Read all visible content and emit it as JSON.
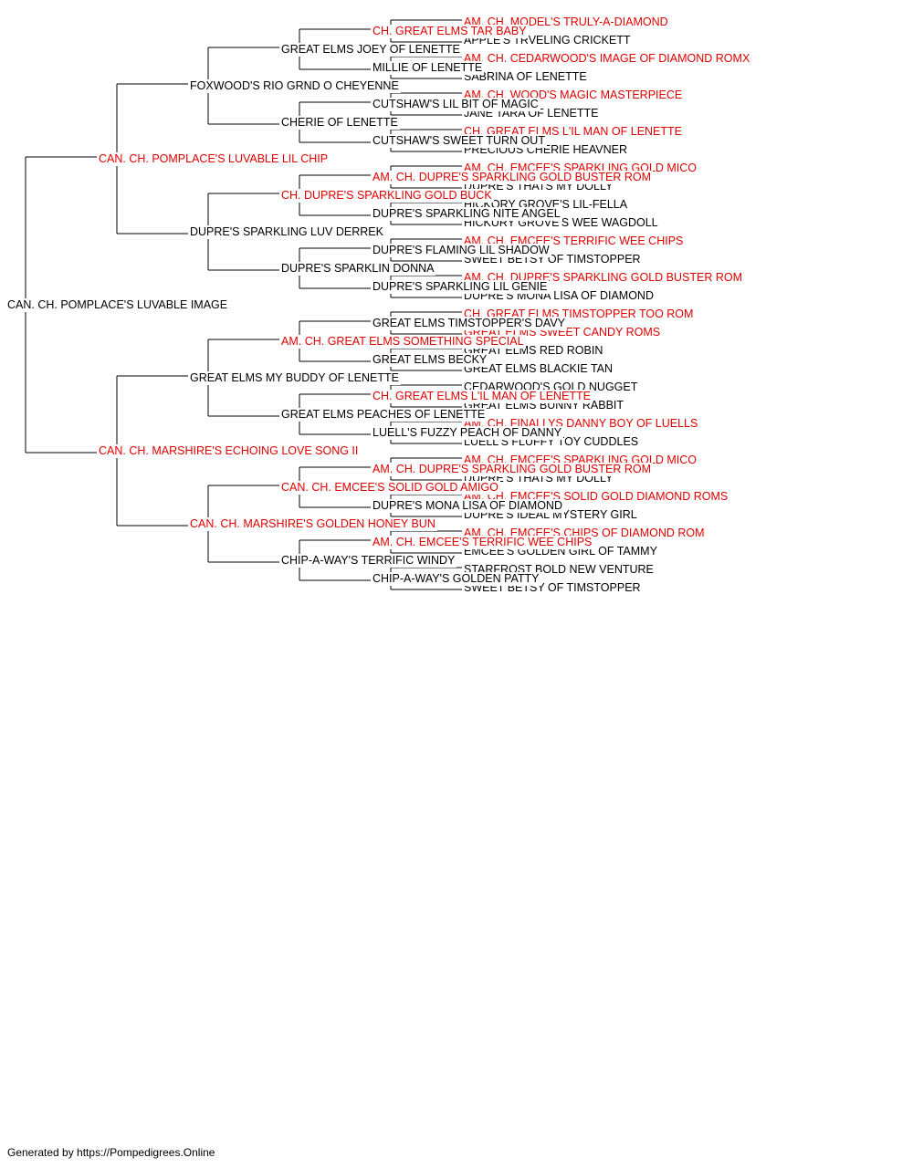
{
  "pedigree": [
    {
      "name": "CAN. CH. POMPLACE'S LUVABLE IMAGE",
      "champion": false
    },
    {
      "name": "CAN. CH. POMPLACE'S LUVABLE LIL CHIP",
      "champion": true
    },
    {
      "name": "FOXWOOD'S RIO GRND O CHEYENNE",
      "champion": false
    },
    {
      "name": "GREAT ELMS JOEY OF LENETTE",
      "champion": false
    },
    {
      "name": "CH. GREAT ELMS TAR BABY",
      "champion": true
    },
    {
      "name": "AM. CH. MODEL'S TRULY-A-DIAMOND",
      "champion": true
    },
    {
      "name": "APPLE'S TRVELING CRICKETT",
      "champion": false
    },
    {
      "name": "MILLIE OF LENETTE",
      "champion": false
    },
    {
      "name": "AM. CH. CEDARWOOD'S IMAGE OF DIAMOND ROMX",
      "champion": true
    },
    {
      "name": "SABRINA OF LENETTE",
      "champion": false
    },
    {
      "name": "CHERIE OF LENETTE",
      "champion": false
    },
    {
      "name": "CUTSHAW'S LIL BIT OF MAGIC",
      "champion": false
    },
    {
      "name": "AM. CH. WOOD'S MAGIC MASTERPIECE",
      "champion": true
    },
    {
      "name": "JANE TARA OF LENETTE",
      "champion": false
    },
    {
      "name": "CUTSHAW'S SWEET TURN OUT",
      "champion": false
    },
    {
      "name": "CH. GREAT ELMS L'IL MAN OF LENETTE",
      "champion": true
    },
    {
      "name": "PRECIOUS CHERIE HEAVNER",
      "champion": false
    },
    {
      "name": "DUPRE'S SPARKLING LUV DERREK",
      "champion": false
    },
    {
      "name": "CH. DUPRE'S SPARKLING GOLD BUCK",
      "champion": true
    },
    {
      "name": "AM. CH. DUPRE'S SPARKLING GOLD BUSTER ROM",
      "champion": true
    },
    {
      "name": "AM. CH. EMCEE'S SPARKLING GOLD MICO",
      "champion": true
    },
    {
      "name": "DUPRE'S THATS MY DOLLY",
      "champion": false
    },
    {
      "name": "DUPRE'S SPARKLING NITE ANGEL",
      "champion": false
    },
    {
      "name": "HICKORY GROVE'S LIL-FELLA",
      "champion": false
    },
    {
      "name": "HICKURY GROVE'S WEE WAGDOLL",
      "champion": false
    },
    {
      "name": "DUPRE'S SPARKLIN DONNA",
      "champion": false
    },
    {
      "name": "DUPRE'S FLAMING LIL SHADOW",
      "champion": false
    },
    {
      "name": "AM. CH. EMCEE'S TERRIFIC WEE CHIPS",
      "champion": true
    },
    {
      "name": "SWEET BETSY OF TIMSTOPPER",
      "champion": false
    },
    {
      "name": "DUPRE'S SPARKLING LIL GENIE",
      "champion": false
    },
    {
      "name": "AM. CH. DUPRE'S SPARKLING GOLD BUSTER ROM",
      "champion": true
    },
    {
      "name": "DUPRE'S MONA LISA OF DIAMOND",
      "champion": false
    },
    {
      "name": "CAN. CH. MARSHIRE'S ECHOING LOVE SONG II",
      "champion": true
    },
    {
      "name": "GREAT ELMS MY BUDDY OF LENETTE",
      "champion": false
    },
    {
      "name": "AM. CH. GREAT ELMS SOMETHING SPECIAL",
      "champion": true
    },
    {
      "name": "GREAT ELMS TIMSTOPPER'S DAVY",
      "champion": false
    },
    {
      "name": "CH. GREAT ELMS TIMSTOPPER TOO ROM",
      "champion": true
    },
    {
      "name": "GREAT ELMS SWEET CANDY ROMS",
      "champion": true
    },
    {
      "name": "GREAT ELMS BECKY",
      "champion": false
    },
    {
      "name": "GREAT ELMS RED ROBIN",
      "champion": false
    },
    {
      "name": "GREAT ELMS BLACKIE TAN",
      "champion": false
    },
    {
      "name": "GREAT ELMS PEACHES OF LENETTE",
      "champion": false
    },
    {
      "name": "CH. GREAT ELMS L'IL MAN OF LENETTE",
      "champion": true
    },
    {
      "name": "CEDARWOOD'S GOLD NUGGET",
      "champion": false
    },
    {
      "name": "GREAT ELMS BUNNY RABBIT",
      "champion": false
    },
    {
      "name": "LUELL'S FUZZY PEACH OF DANNY",
      "champion": false
    },
    {
      "name": "AM. CH. FINALLYS DANNY BOY OF LUELLS",
      "champion": true
    },
    {
      "name": "LUELL'S FLUFFY TOY CUDDLES",
      "champion": false
    },
    {
      "name": "CAN. CH. MARSHIRE'S GOLDEN HONEY BUN",
      "champion": true
    },
    {
      "name": "CAN. CH. EMCEE'S SOLID GOLD AMIGO",
      "champion": true
    },
    {
      "name": "AM. CH. DUPRE'S SPARKLING GOLD BUSTER ROM",
      "champion": true
    },
    {
      "name": "AM. CH. EMCEE'S SPARKLING GOLD MICO",
      "champion": true
    },
    {
      "name": "DUPRE'S THATS MY DOLLY",
      "champion": false
    },
    {
      "name": "DUPRE'S MONA LISA OF DIAMOND",
      "champion": false
    },
    {
      "name": "AM. CH. EMCEE'S SOLID GOLD DIAMOND ROMS",
      "champion": true
    },
    {
      "name": "DUPRE'S IDEAL MYSTERY GIRL",
      "champion": false
    },
    {
      "name": "CHIP-A-WAY'S TERRIFIC WINDY",
      "champion": false
    },
    {
      "name": "AM. CH. EMCEE'S TERRIFIC WEE CHIPS",
      "champion": true
    },
    {
      "name": "AM. CH. EMCEE'S CHIPS OF DIAMOND ROM",
      "champion": true
    },
    {
      "name": "EMCEE'S GOLDEN GIRL OF TAMMY",
      "champion": false
    },
    {
      "name": "CHIP-A-WAY'S GOLDEN PATTY",
      "champion": false
    },
    {
      "name": "STARFROST BOLD NEW VENTURE",
      "champion": false
    },
    {
      "name": "SWEET BETSY OF TIMSTOPPER",
      "champion": false
    }
  ],
  "colors": {
    "champion": "#e00000",
    "normal": "#000000",
    "line": "#000000"
  },
  "footer": "Generated by https://Pompedigrees.Online"
}
